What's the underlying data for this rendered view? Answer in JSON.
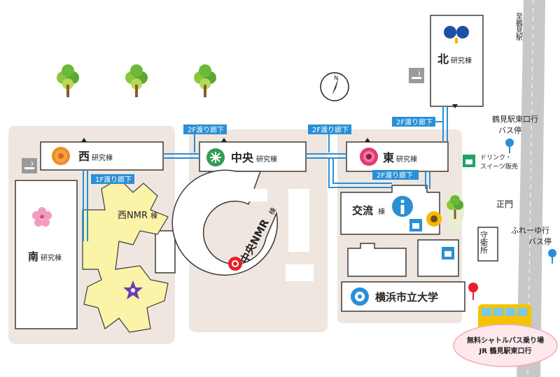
{
  "buildings": {
    "nishi": {
      "name": "西",
      "suffix": "研究棟"
    },
    "chuo": {
      "name": "中央",
      "suffix": "研究棟"
    },
    "higashi": {
      "name": "東",
      "suffix": "研究棟"
    },
    "kita": {
      "name": "北",
      "suffix": "研究棟"
    },
    "minami": {
      "name": "南",
      "suffix": "研究棟"
    },
    "koryu": {
      "name": "交流",
      "suffix": "棟"
    },
    "nishi_nmr": {
      "name": "西NMR",
      "suffix": "棟"
    },
    "chuo_nmr": {
      "name": "中央NMR",
      "suffix": "棟"
    },
    "university": {
      "name": "横浜市立大学"
    },
    "guardhouse": {
      "name": "守衛所"
    }
  },
  "corridors": {
    "c1": "2F渡り廊下",
    "c2": "2F渡り廊下",
    "c3": "2F渡り廊下",
    "c4": "2F渡り廊下",
    "c5": "1F渡り廊下"
  },
  "labels": {
    "tsurumi_station": "至鶴見駅",
    "bus_stop_east": {
      "line1": "鶴見駅東口行",
      "line2": "バス停"
    },
    "bus_stop_fureyu": {
      "line1": "ふれーゆ行",
      "line2": "バス停"
    },
    "main_gate": "正門",
    "drink_shop": {
      "line1": "ドリンク・",
      "line2": "スイーツ販売"
    },
    "shuttle": {
      "line1": "無料シャトルバス乗り場",
      "line2": "JR 鶴見駅東口行"
    },
    "north": "N"
  },
  "colors": {
    "corridor": "#2a8fd6",
    "ground": "#efe7df",
    "nmr_yellow": "#fbf3a8",
    "road": "#c8c8c8",
    "bus": "#f5c400",
    "pin": "#e8202a"
  },
  "icons": [
    "tennis-rackets-icon",
    "chrysanthemum-icon",
    "dandelion-icon",
    "gerbera-icon",
    "sakura-icon",
    "bellflower-icon",
    "hydrangea-icon",
    "sunflower-icon",
    "info-icon",
    "smoking-area-icon",
    "shop-icon",
    "compass-icon",
    "bus-stop-icon",
    "location-pin-icon",
    "shuttle-bus-icon",
    "tree-icon"
  ]
}
